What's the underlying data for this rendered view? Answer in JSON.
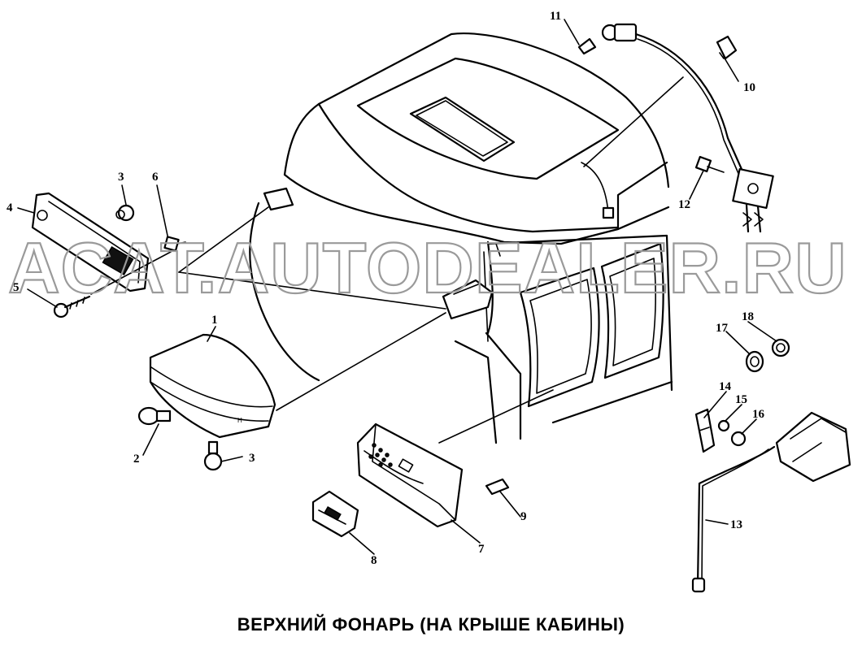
{
  "caption": "ВЕРХНИЙ ФОНАРЬ (НА КРЫШЕ КАБИНЫ)",
  "watermark": "ACAT.AUTODEALER.RU",
  "colors": {
    "ink": "#000000",
    "watermark": "#9a9a9a",
    "background": "#ffffff"
  },
  "callouts": {
    "n1": "1",
    "n2": "2",
    "n3a": "3",
    "n3b": "3",
    "n4": "4",
    "n5": "5",
    "n6": "6",
    "n7": "7",
    "n8": "8",
    "n9": "9",
    "n10": "10",
    "n11": "11",
    "n12": "12",
    "n13": "13",
    "n14": "14",
    "n15": "15",
    "n16": "16",
    "n17": "17",
    "n18": "18"
  }
}
